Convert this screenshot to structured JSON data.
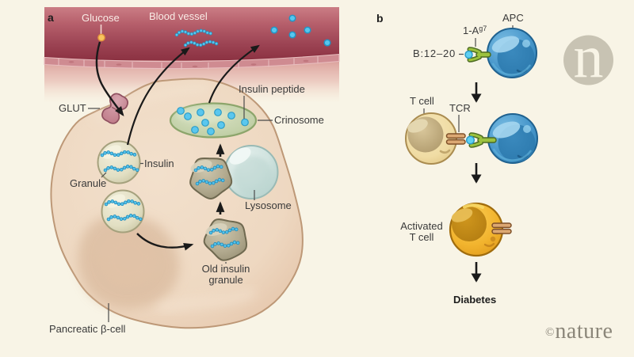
{
  "figure": {
    "panel_a": {
      "label": "a",
      "glucose": "Glucose",
      "blood_vessel": "Blood vessel",
      "glut": "GLUT",
      "insulin": "Insulin",
      "granule": "Granule",
      "insulin_peptide": "Insulin peptide",
      "crinosome": "Crinosome",
      "lysosome": "Lysosome",
      "old_insulin_line1": "Old insulin",
      "old_insulin_line2": "granule",
      "pancreatic_beta_cell": "Pancreatic β-cell"
    },
    "panel_b": {
      "label": "b",
      "apc": "APC",
      "mhc_base": "1-A",
      "mhc_sup": "g7",
      "peptide": "B:12–20",
      "t_cell": "T cell",
      "tcr": "TCR",
      "activated_line1": "Activated",
      "activated_line2": "T cell",
      "diabetes": "Diabetes"
    },
    "branding": {
      "logo_letter": "n",
      "copyright": "©",
      "wordmark": "nature"
    },
    "colors": {
      "background": "#f8f4e6",
      "vessel_red_dark": "#8b2f3f",
      "vessel_red_light": "#c57079",
      "cell_beige": "#eed9c3",
      "insulin_blue": "#52c2ea",
      "crinosome_green": "#c6d4ac",
      "lysosome_blue": "#cfe2de",
      "apc_blue": "#3e93c8",
      "tcell_beige": "#f0dca4",
      "activated_gold": "#f2b42e",
      "receptor_green": "#9fc43f",
      "tcr_tan": "#dca873",
      "glut_pink": "#c5848f",
      "glucose_orange": "#f6be5e"
    }
  }
}
